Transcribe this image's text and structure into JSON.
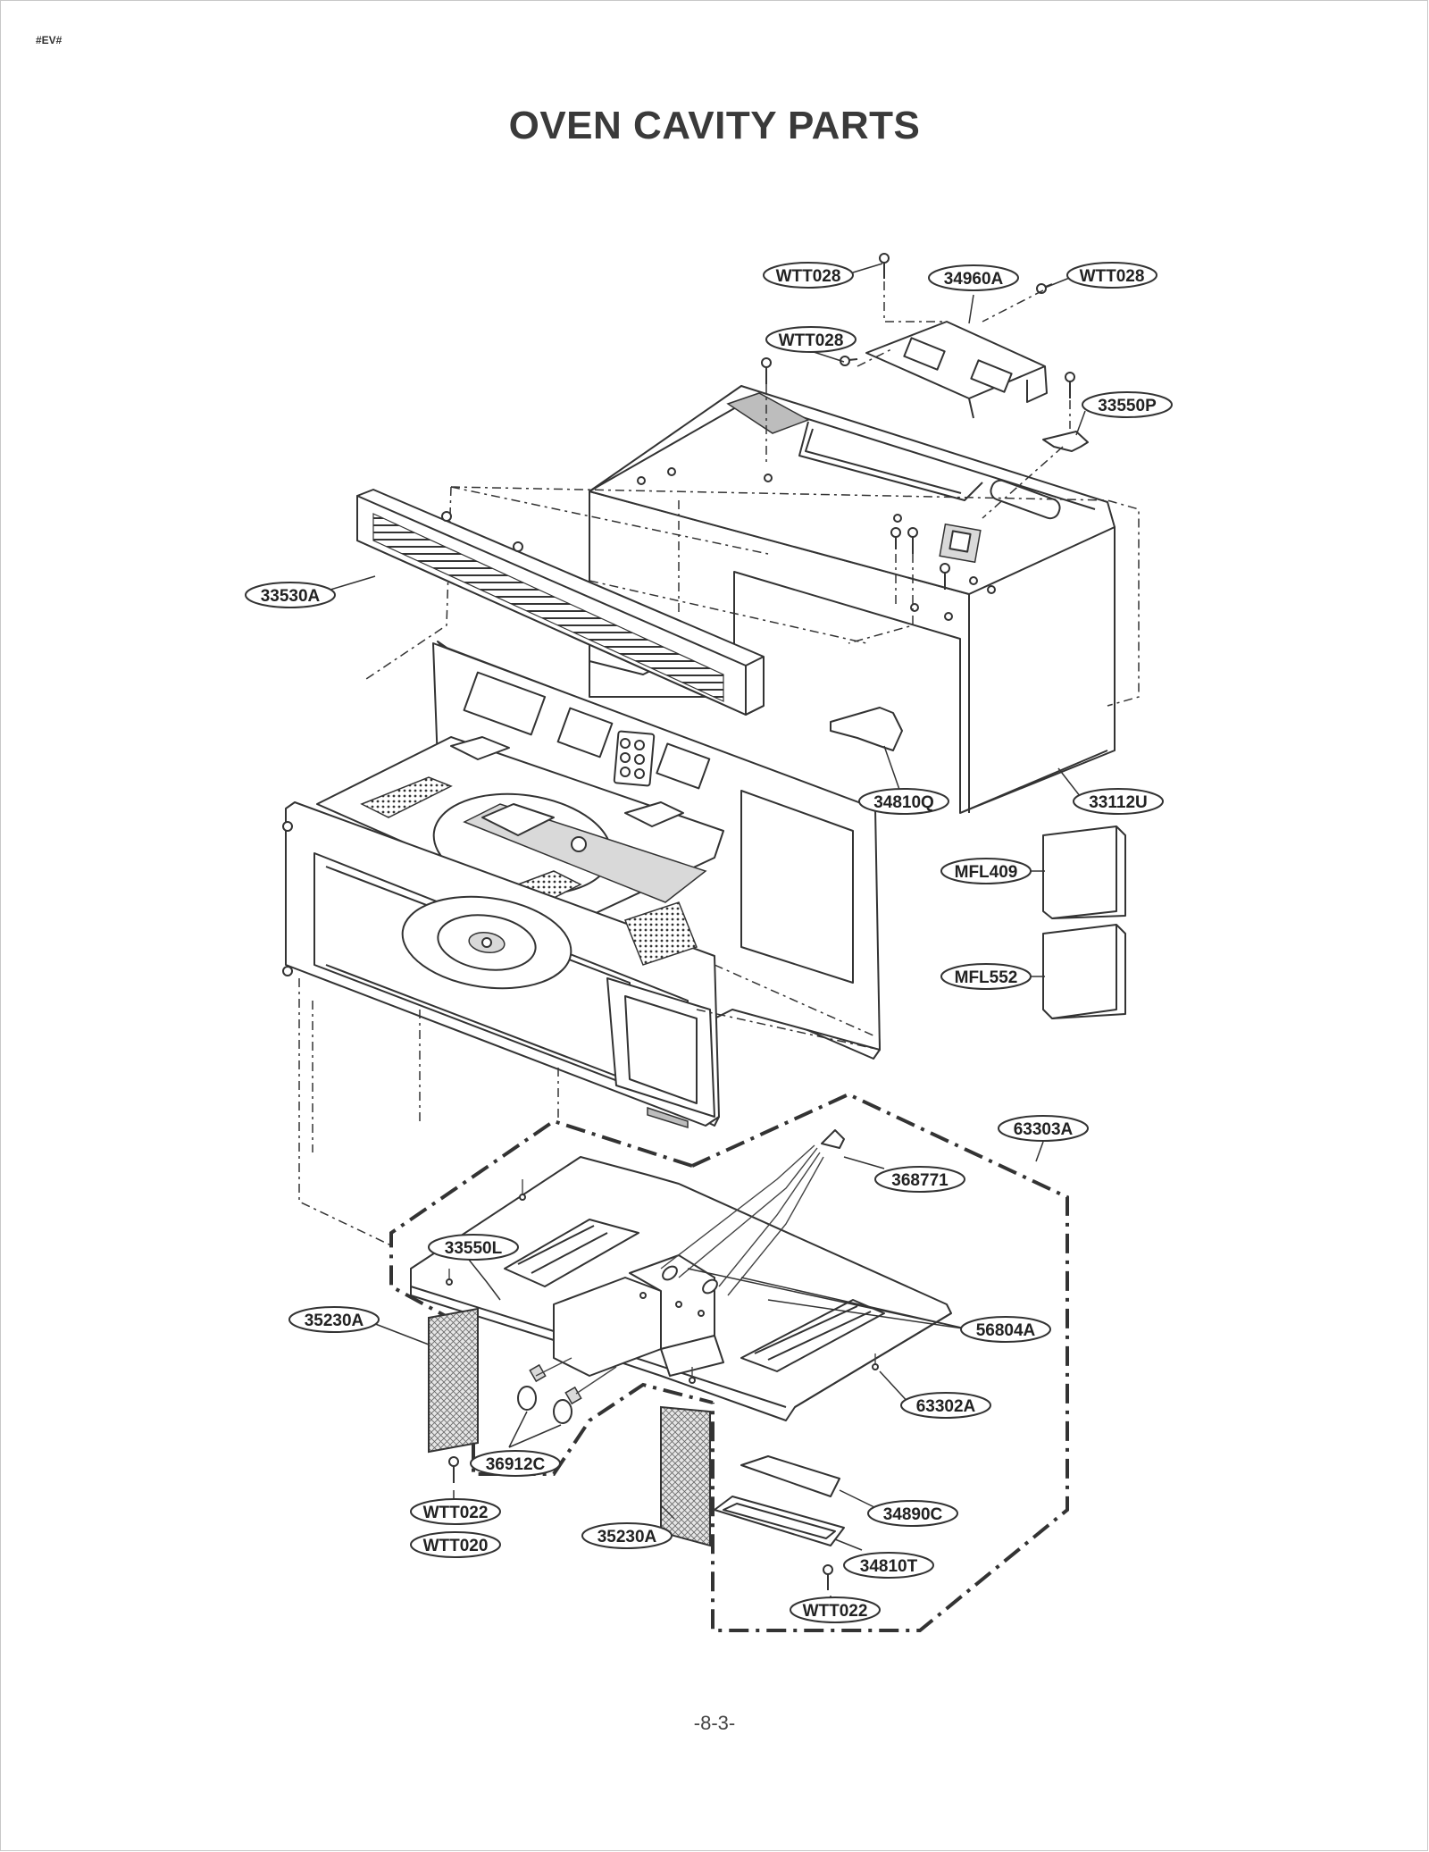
{
  "page": {
    "code": "#EV#",
    "title": "OVEN CAVITY PARTS",
    "page_number": "-8-3-"
  },
  "part_labels": [
    {
      "id": "l1",
      "text": "WTT028"
    },
    {
      "id": "l2",
      "text": "34960A"
    },
    {
      "id": "l3",
      "text": "WTT028"
    },
    {
      "id": "l4",
      "text": "WTT028"
    },
    {
      "id": "l5",
      "text": "33550P"
    },
    {
      "id": "l6",
      "text": "33530A"
    },
    {
      "id": "l7",
      "text": "34810Q"
    },
    {
      "id": "l8",
      "text": "33112U"
    },
    {
      "id": "l9",
      "text": "MFL409"
    },
    {
      "id": "l10",
      "text": "MFL552"
    },
    {
      "id": "l11",
      "text": "63303A"
    },
    {
      "id": "l12",
      "text": "368771"
    },
    {
      "id": "l13",
      "text": "33550L"
    },
    {
      "id": "l14",
      "text": "35230A"
    },
    {
      "id": "l15",
      "text": "56804A"
    },
    {
      "id": "l16",
      "text": "63302A"
    },
    {
      "id": "l17",
      "text": "36912C"
    },
    {
      "id": "l18",
      "text": "WTT022"
    },
    {
      "id": "l19",
      "text": "WTT020"
    },
    {
      "id": "l20",
      "text": "35230A"
    },
    {
      "id": "l21",
      "text": "34890C"
    },
    {
      "id": "l22",
      "text": "34810T"
    },
    {
      "id": "l23",
      "text": "WTT022"
    }
  ]
}
